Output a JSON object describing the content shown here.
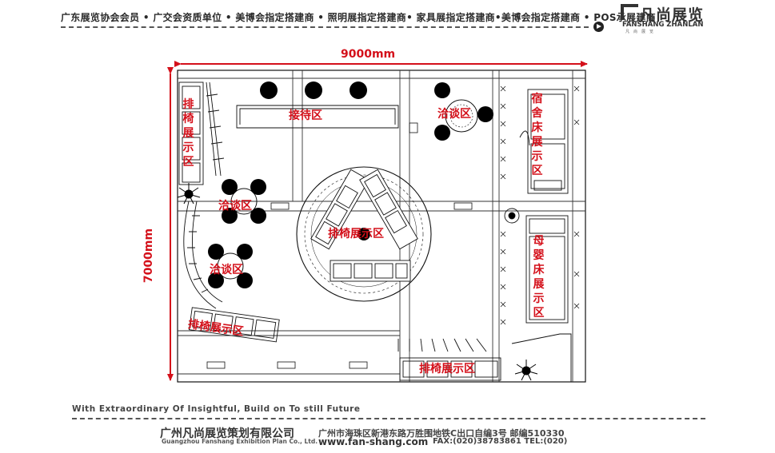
{
  "header": {
    "tagline": "广东展览协会会员 • 广交会资质单位 • 美博会指定搭建商 • 照明展指定搭建商• 家具展指定搭建商•美博会指定搭建商 • POS承展建商",
    "logo_cn": "凡尚展览",
    "logo_en": "FANSHANG ZHANLAN",
    "logo_sub": "凡尚展览"
  },
  "dimensions": {
    "width": "9000mm",
    "depth": "7000mm"
  },
  "zones": {
    "reception": "接待区",
    "negotiation_top": "洽谈区",
    "dorm_bed": "宿舍床展示区",
    "bench_left": "排椅展示区",
    "negotiation_1": "洽谈区",
    "negotiation_2": "洽谈区",
    "bench_center": "排椅展示区",
    "baby_bed": "母婴床展示区",
    "bench_lower_left": "排椅展示区",
    "bench_bottom": "排椅展示区"
  },
  "footer": {
    "slogan": "With Extraordinary Of Insightful, Build on To still Future",
    "company_cn": "广州凡尚展览策划有限公司",
    "company_en": "Guangzhou Fanshang Exhibition Plan Co., Ltd.",
    "address": "广州市海珠区新港东路万胜围地铁C出口自编3号 邮编510330",
    "website": "www.fan-shang.com",
    "fax_tel": "FAX:(020)38783861 TEL:(020)"
  },
  "colors": {
    "zone_label": "#d4101a",
    "dimension": "#d4101a",
    "line": "#111111"
  }
}
